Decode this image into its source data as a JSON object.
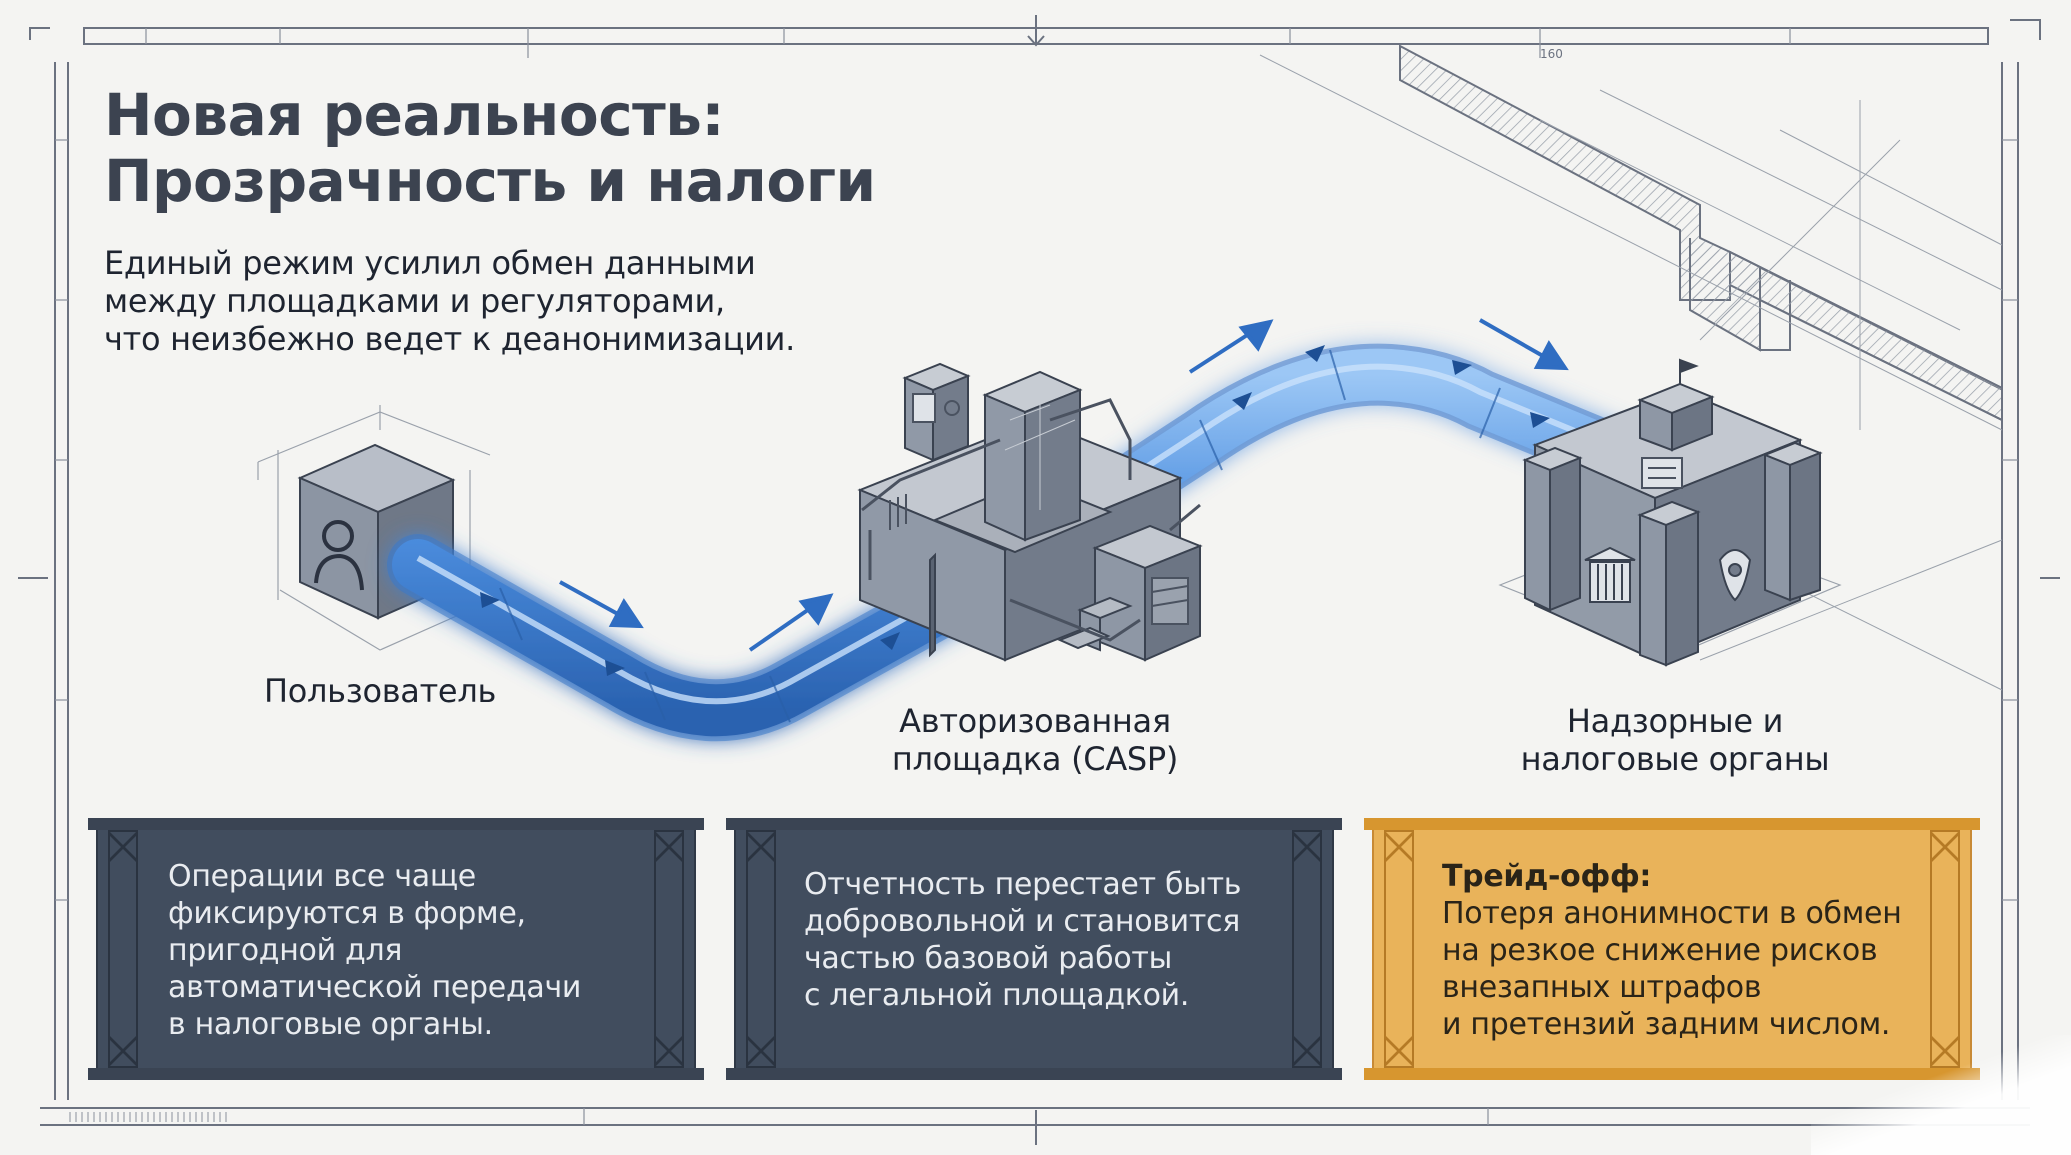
{
  "header": {
    "title_line1": "Новая реальность:",
    "title_line2": "Прозрачность и налоги",
    "subtitle_line1": "Единый режим усилил обмен данными",
    "subtitle_line2": "между площадками и регуляторами,",
    "subtitle_line3": "что неизбежно ведет к деанонимизации."
  },
  "nodes": {
    "user": {
      "label": "Пользователь",
      "icon": "user-cube-icon"
    },
    "casp": {
      "label_line1": "Авторизованная",
      "label_line2": "площадка (CASP)",
      "icon": "factory-icon"
    },
    "authorities": {
      "label_line1": "Надзорные и",
      "label_line2": "налоговые органы",
      "icon": "fortress-icon"
    }
  },
  "cards": [
    {
      "lines": [
        "Операции все чаще",
        "фиксируются в форме,",
        "пригодной для",
        "автоматической передачи",
        "в налоговые органы."
      ]
    },
    {
      "lines": [
        "Отчетность перестает быть",
        "добровольной и становится",
        "частью базовой работы",
        "с легальной площадкой."
      ]
    },
    {
      "heading": "Трейд-офф:",
      "lines": [
        "Потеря анонимности в обмен",
        "на резкое снижение рисков",
        "внезапных штрафов",
        "и претензий задним числом."
      ]
    }
  ],
  "blueprint": {
    "dimension_label": "160"
  },
  "colors": {
    "background": "#f4f4f2",
    "pipe": "#4a8ee0",
    "card_dark": "#414d5e",
    "card_accent": "#e9b35a",
    "structure": "#8a93a0"
  }
}
